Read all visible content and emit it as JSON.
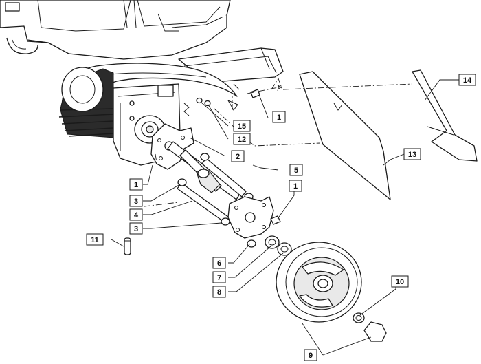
{
  "callouts": [
    {
      "id": "c1a",
      "label": "1"
    },
    {
      "id": "c1b",
      "label": "1"
    },
    {
      "id": "c1c",
      "label": "1"
    },
    {
      "id": "c2",
      "label": "2"
    },
    {
      "id": "c3a",
      "label": "3"
    },
    {
      "id": "c3b",
      "label": "3"
    },
    {
      "id": "c4",
      "label": "4"
    },
    {
      "id": "c5",
      "label": "5"
    },
    {
      "id": "c6",
      "label": "6"
    },
    {
      "id": "c7",
      "label": "7"
    },
    {
      "id": "c8",
      "label": "8"
    },
    {
      "id": "c9",
      "label": "9"
    },
    {
      "id": "c10",
      "label": "10"
    },
    {
      "id": "c11",
      "label": "11"
    },
    {
      "id": "c12",
      "label": "12"
    },
    {
      "id": "c13",
      "label": "13"
    },
    {
      "id": "c14",
      "label": "14"
    },
    {
      "id": "c15",
      "label": "15"
    }
  ]
}
